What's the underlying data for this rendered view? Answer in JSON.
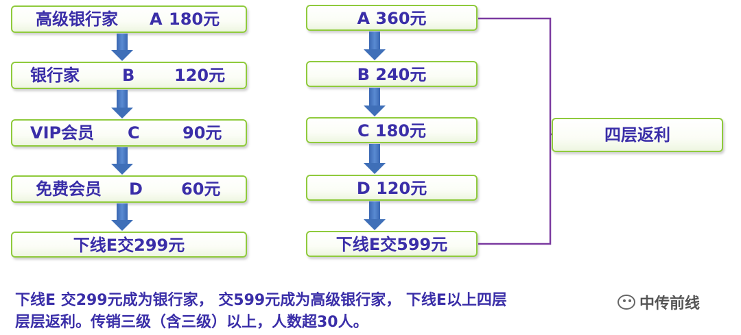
{
  "left_chain": {
    "box1": {
      "label": "高级银行家",
      "code": "A",
      "amount": "180元"
    },
    "box2": {
      "label": "银行家",
      "code": "B",
      "amount": "120元"
    },
    "box3": {
      "label": "VIP会员",
      "code": "C",
      "amount": "90元"
    },
    "box4": {
      "label": "免费会员",
      "code": "D",
      "amount": "60元"
    },
    "box5": {
      "text": "下线E交299元"
    }
  },
  "right_chain": {
    "box1": "A 360元",
    "box2": "B 240元",
    "box3": "C 180元",
    "box4": "D 120元",
    "box5": "下线E交599元"
  },
  "side_box": {
    "text": "四层返利"
  },
  "note": {
    "line1": "下线E 交299元成为银行家， 交599元成为高级银行家， 下线E以上四层",
    "line2": "层层返利。传销三级（含三级）以上，人数超30人。"
  },
  "watermark": {
    "text": "中传前线"
  },
  "colors": {
    "box_border": "#8fca3c",
    "text": "#3a2ea8",
    "arrow": "#3f6fb8",
    "bracket": "#7a3aa0"
  }
}
